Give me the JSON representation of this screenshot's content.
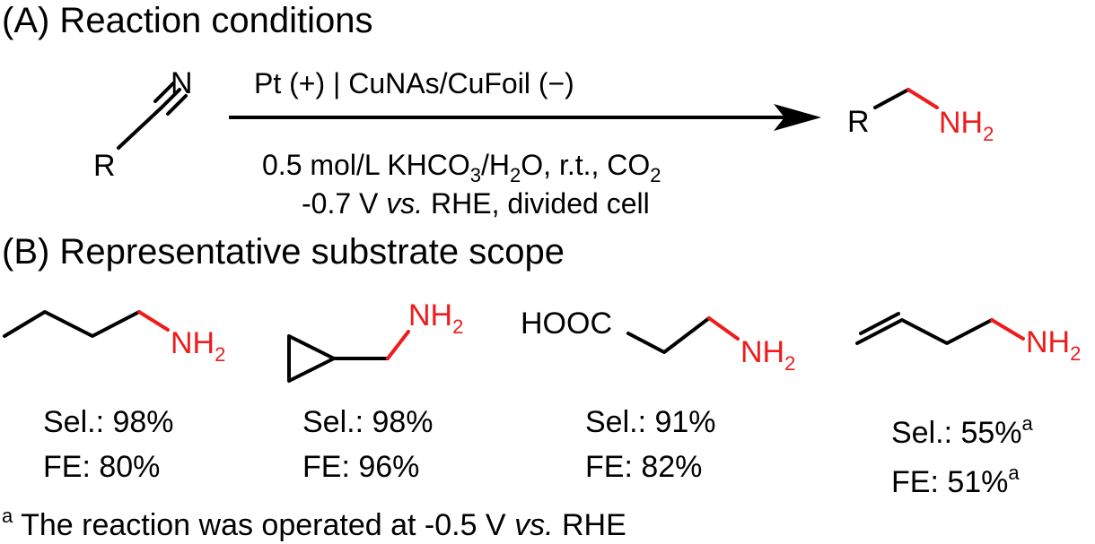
{
  "section_a": {
    "title": "(A) Reaction conditions"
  },
  "reaction": {
    "reactant_r": "R",
    "reactant_n": "N",
    "product_r": "R",
    "product_nh": "NH",
    "product_sub": "2",
    "top_condition": "Pt (+) | CuNAs/CuFoil (−)",
    "cond_line1_a": "0.5 mol/L KHCO",
    "cond_line1_sub3": "3",
    "cond_line1_b": "/H",
    "cond_line1_sub2": "2",
    "cond_line1_c": "O, r.t., CO",
    "cond_line1_sub2b": "2",
    "cond_line2_a": "-0.7 V ",
    "cond_line2_vs": "vs.",
    "cond_line2_b": " RHE, divided cell"
  },
  "section_b": {
    "title": "(B) Representative substrate scope"
  },
  "substrates": [
    {
      "amine": "NH",
      "amine_sub": "2",
      "sel": "Sel.: 98%",
      "fe": "FE: 80%"
    },
    {
      "amine": "NH",
      "amine_sub": "2",
      "sel": "Sel.: 98%",
      "fe": "FE: 96%"
    },
    {
      "group": "HOOC",
      "amine": "NH",
      "amine_sub": "2",
      "sel": "Sel.: 91%",
      "fe": "FE: 82%"
    },
    {
      "amine": "NH",
      "amine_sub": "2",
      "sel": "Sel.: 55%",
      "sel_sup": "a",
      "fe": "FE: 51%",
      "fe_sup": "a"
    }
  ],
  "footnote": {
    "sup": "a",
    "text_a": " The reaction was operated at -0.5 V ",
    "vs": "vs.",
    "text_b": " RHE"
  },
  "colors": {
    "amine": "#ee1c1c",
    "text": "#000000",
    "background": "#ffffff"
  }
}
